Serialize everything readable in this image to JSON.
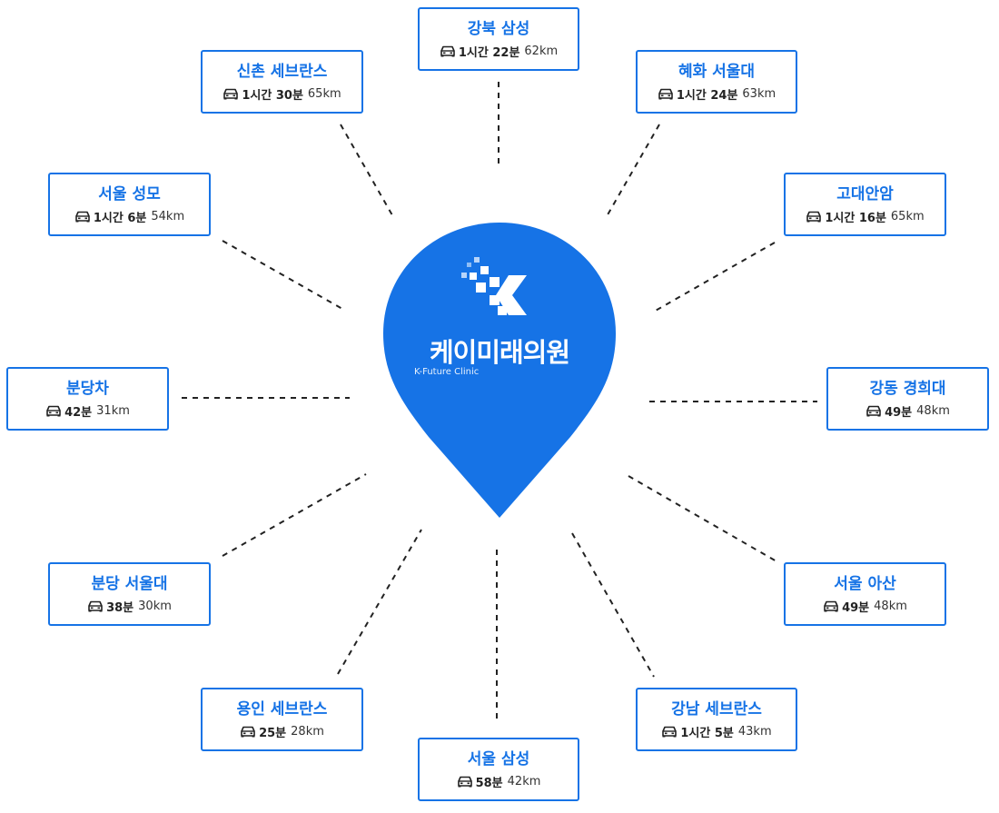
{
  "center": {
    "logo_icon": "k-logo-icon",
    "name": "케이미래의원",
    "subtitle": "K-Future Clinic",
    "pin_color": "#1673e6"
  },
  "car_icon": "car-icon",
  "accent_color": "#1673e6",
  "hospitals": [
    {
      "name": "강북 삼성",
      "time": "1시간 22분",
      "distance": "62km"
    },
    {
      "name": "신촌 세브란스",
      "time": "1시간 30분",
      "distance": "65km"
    },
    {
      "name": "혜화 서울대",
      "time": "1시간 24분",
      "distance": "63km"
    },
    {
      "name": "서울 성모",
      "time": "1시간 6분",
      "distance": "54km"
    },
    {
      "name": "고대안암",
      "time": "1시간 16분",
      "distance": "65km"
    },
    {
      "name": "분당차",
      "time": "42분",
      "distance": "31km"
    },
    {
      "name": "강동 경희대",
      "time": "49분",
      "distance": "48km"
    },
    {
      "name": "분당 서울대",
      "time": "38분",
      "distance": "30km"
    },
    {
      "name": "서울 아산",
      "time": "49분",
      "distance": "48km"
    },
    {
      "name": "용인 세브란스",
      "time": "25분",
      "distance": "28km"
    },
    {
      "name": "강남 세브란스",
      "time": "1시간 5분",
      "distance": "43km"
    },
    {
      "name": "서울 삼성",
      "time": "58분",
      "distance": "42km"
    }
  ]
}
